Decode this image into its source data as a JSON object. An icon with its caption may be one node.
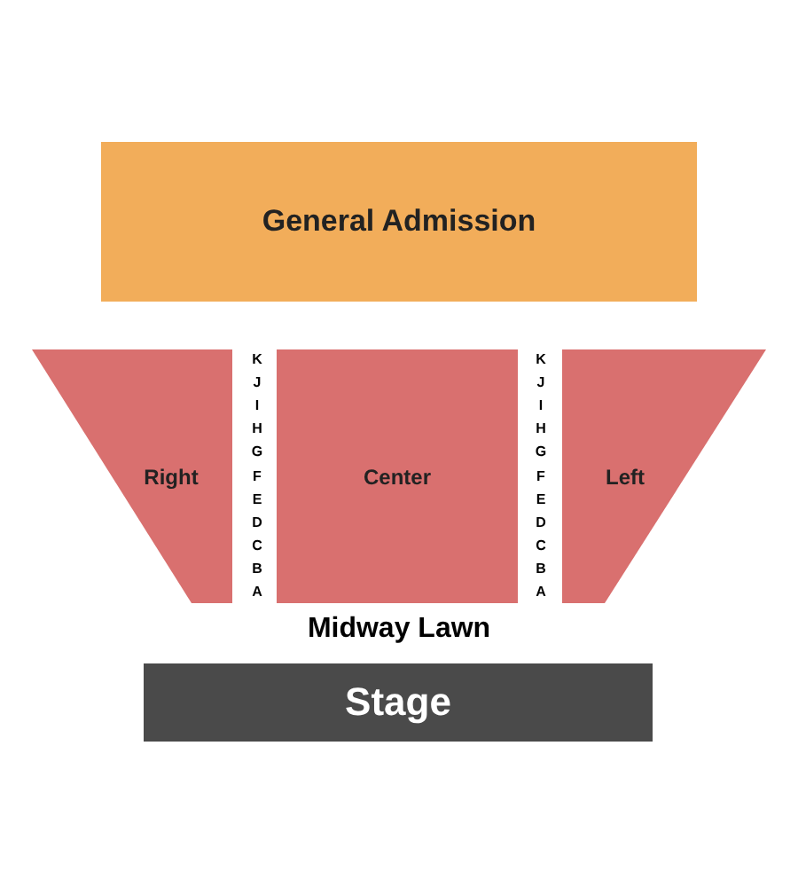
{
  "diagram": {
    "nodes": [
      {
        "text": [
          "General Admission"
        ]
      },
      {
        "text": [
          "Right"
        ]
      },
      {
        "text": [
          "Center"
        ]
      },
      {
        "text": [
          "Left"
        ]
      },
      {
        "text": [
          "Stage"
        ]
      }
    ],
    "edges": [],
    "labels": [
      "K",
      "J",
      "I",
      "H",
      "G",
      "F",
      "E",
      "D",
      "C",
      "B",
      "A",
      "K",
      "J",
      "I",
      "H",
      "G",
      "F",
      "E",
      "D",
      "C",
      "B",
      "A",
      "Midway Lawn"
    ]
  }
}
